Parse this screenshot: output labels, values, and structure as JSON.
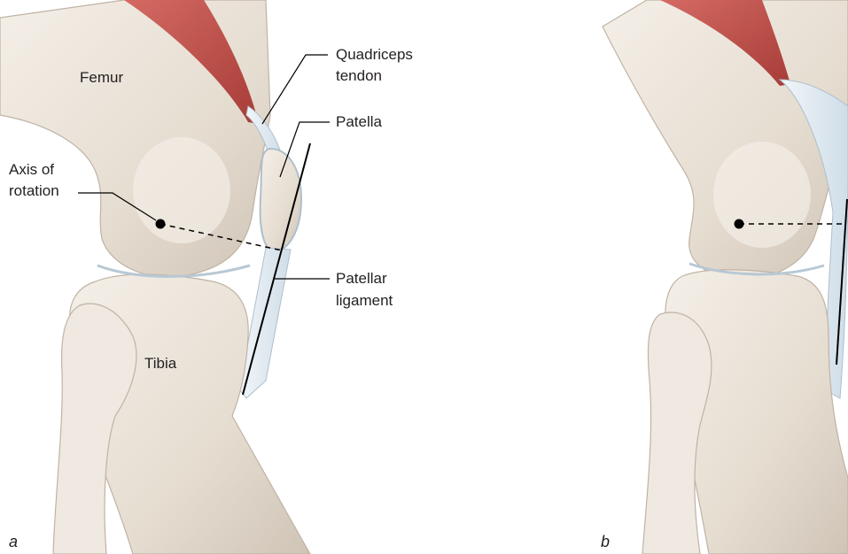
{
  "labels": {
    "femur": "Femur",
    "quadriceps_tendon": [
      "Quadriceps",
      "tendon"
    ],
    "patella": "Patella",
    "axis_of_rotation": [
      "Axis of",
      "rotation"
    ],
    "patellar_ligament": [
      "Patellar",
      "ligament"
    ],
    "tibia": "Tibia"
  },
  "panels": {
    "a": "a",
    "b": "b"
  },
  "colors": {
    "bone": "#e9e2d8",
    "bone_shadow": "#c9bfb2",
    "muscle": "#c0504d",
    "tendon": "#e3ecf3",
    "tendon_edge": "#aebfcc",
    "ink": "#000000"
  }
}
